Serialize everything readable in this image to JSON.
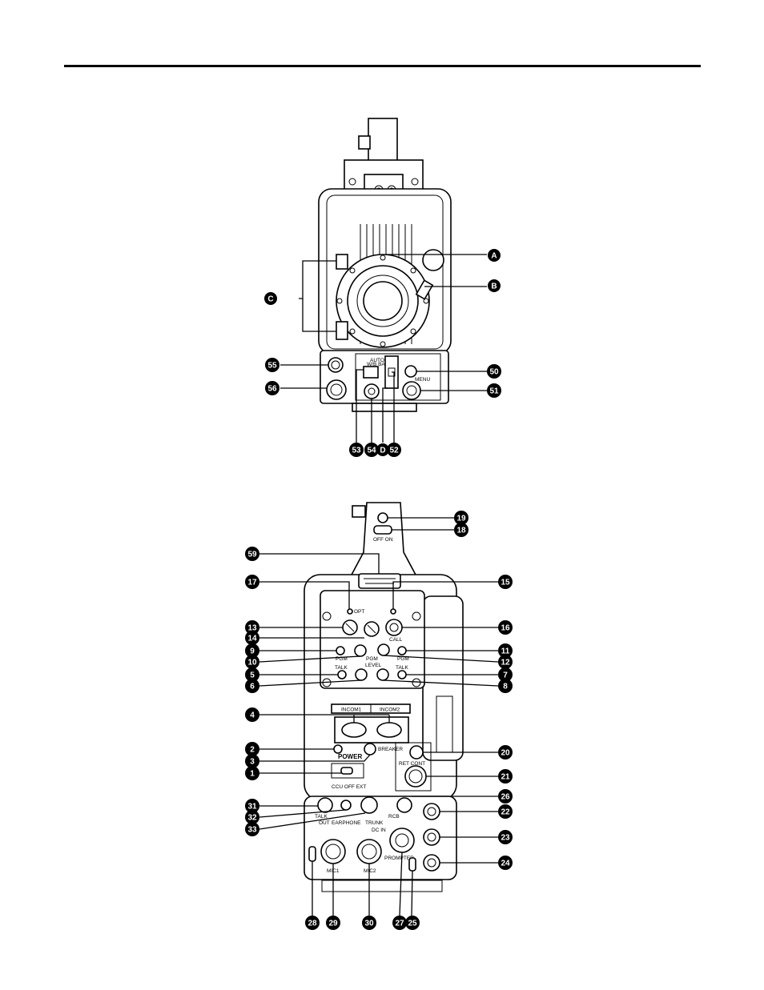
{
  "front_view": {
    "labels": {
      "A": "A",
      "B": "B",
      "C": "C",
      "D": "D",
      "n50": "50",
      "n51": "51",
      "n52": "52",
      "n53": "53",
      "n54": "54",
      "n55": "55",
      "n56": "56"
    },
    "panel_text": {
      "auto_wb": "AUTO",
      "wb_bal": "W/B BAL",
      "menu": "MENU"
    }
  },
  "rear_view": {
    "labels": {
      "n1": "1",
      "n2": "2",
      "n3": "3",
      "n4": "4",
      "n5": "5",
      "n6": "6",
      "n7": "7",
      "n8": "8",
      "n9": "9",
      "n10": "10",
      "n11": "11",
      "n12": "12",
      "n13": "13",
      "n14": "14",
      "n15": "15",
      "n16": "16",
      "n17": "17",
      "n18": "18",
      "n19": "19",
      "n20": "20",
      "n21": "21",
      "n22": "22",
      "n23": "23",
      "n24": "24",
      "n25": "25",
      "n26": "26",
      "n27": "27",
      "n28": "28",
      "n29": "29",
      "n30": "30",
      "n31": "31",
      "n32": "32",
      "n33": "33",
      "n59": "59"
    },
    "panel_text": {
      "off_on": "OFF  ON",
      "opt": "OPT",
      "call": "CALL",
      "pgm_left": "PGM",
      "pgm_center": "PGM",
      "pgm_right": "PGM",
      "level": "LEVEL",
      "talk_left": "TALK",
      "talk_right": "TALK",
      "incom1": "INCOM1",
      "incom2": "INCOM2",
      "power": "POWER",
      "breaker": "BREAKER",
      "ccu_off_ext": "CCU  OFF  EXT",
      "ret_cont": "RET\nCONT",
      "rcb": "RCB",
      "out": "OUT",
      "earphone": "EARPHONE",
      "trunk": "TRUNK",
      "dc_in": "DC IN",
      "mic1": "MIC1",
      "mic2": "MIC2",
      "prompter": "PROMPTER",
      "talk_bottom": "TALK"
    }
  }
}
